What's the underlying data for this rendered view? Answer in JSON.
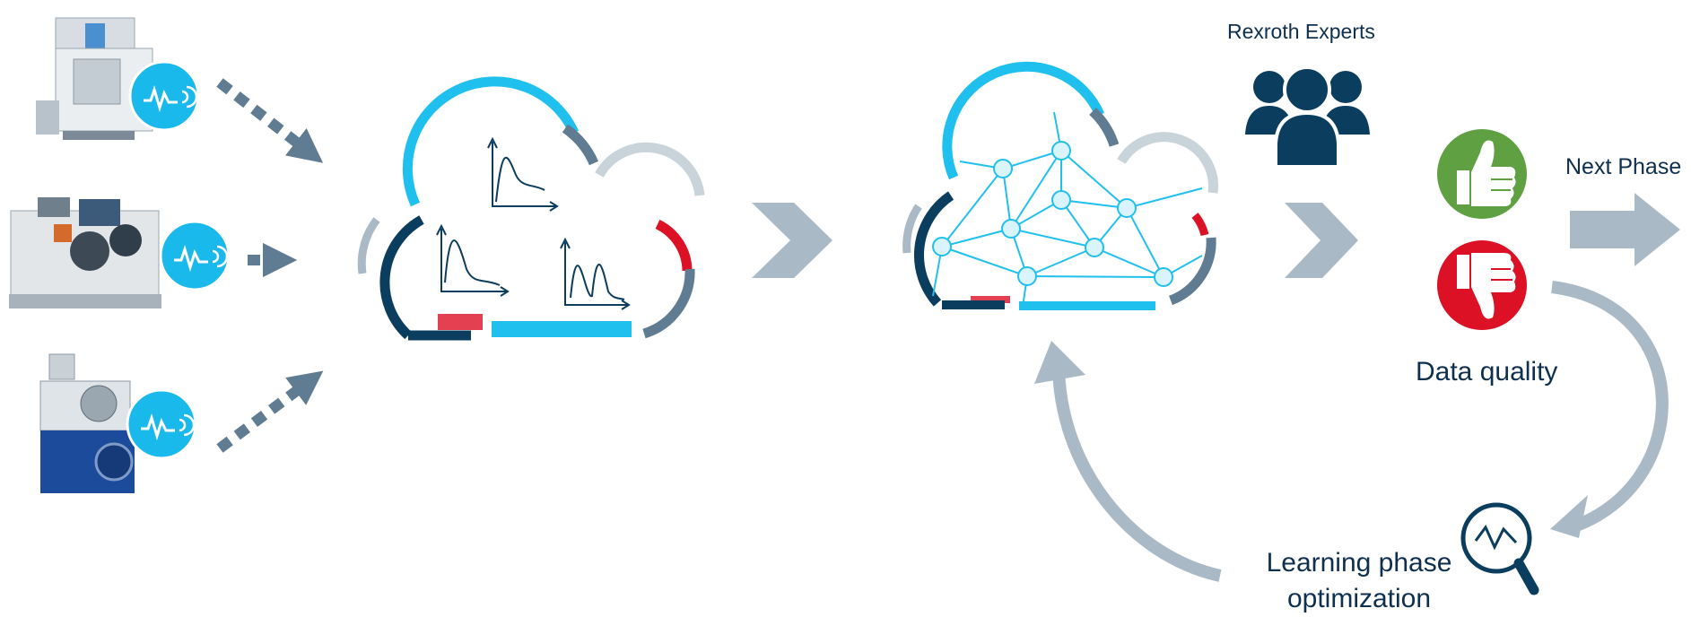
{
  "labels": {
    "experts": "Rexroth Experts",
    "next_phase": "Next Phase",
    "data_quality": "Data quality",
    "learning_line1": "Learning phase",
    "learning_line2": "optimization"
  },
  "icons": {
    "sensor": "sensor-signal-icon",
    "experts": "people-group-icon",
    "approve": "thumbs-up-icon",
    "reject": "thumbs-down-icon",
    "inspect": "magnifier-waveform-icon"
  },
  "colors": {
    "dark_blue": "#0b3d5e",
    "sky_blue": "#20c0ee",
    "slate_grey": "#607c92",
    "light_grey": "#a9bac6",
    "green": "#5fa042",
    "red": "#dc1125"
  }
}
